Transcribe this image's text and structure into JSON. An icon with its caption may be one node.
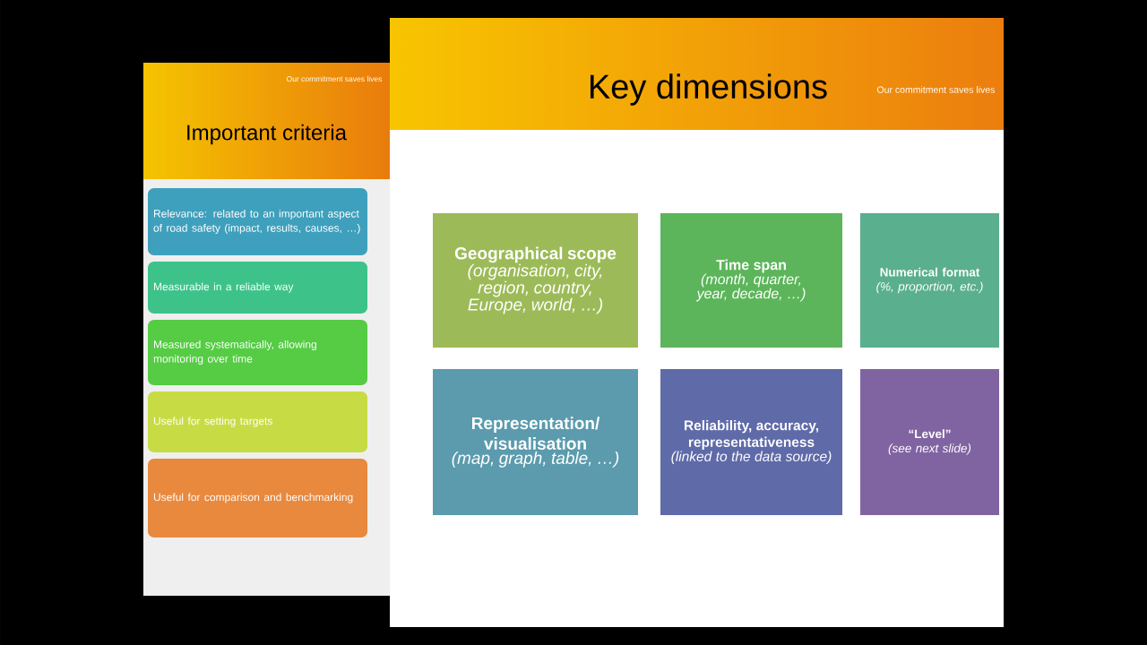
{
  "diagram": {
    "nodes": [
      {
        "text": [
          "Important criteria"
        ]
      },
      {
        "text": [
          "Relevance: related to an important aspect of road safety (impact, results, causes, …)"
        ],
        "in": 0
      },
      {
        "text": [
          "Measurable in a reliable way"
        ],
        "in": 0
      },
      {
        "text": [
          "Measured systematically, allowing monitoring over time"
        ],
        "in": 0
      },
      {
        "text": [
          "Useful for setting targets"
        ],
        "in": 0
      },
      {
        "text": [
          "Useful for comparison and benchmarking"
        ],
        "in": 0
      },
      {
        "text": [
          "Key dimensions"
        ]
      },
      {
        "text": [
          "Geographical scope",
          "(organisation, city, region, country, Europe, world, …)"
        ],
        "in": 6
      },
      {
        "text": [
          "Time span",
          "(month, quarter, year, decade, …)"
        ],
        "in": 6
      },
      {
        "text": [
          "Numerical format",
          "(%, proportion, etc.)"
        ],
        "in": 6
      },
      {
        "text": [
          "Representation/ visualisation",
          "(map, graph, table, …)"
        ],
        "in": 6
      },
      {
        "text": [
          "Reliability, accuracy, representativeness",
          "(linked to the data source)"
        ],
        "in": 6
      },
      {
        "text": [
          "“Level”",
          "(see next slide)"
        ],
        "in": 6
      }
    ],
    "labels": [
      "Our commitment saves lives",
      "Our commitment saves lives"
    ]
  }
}
